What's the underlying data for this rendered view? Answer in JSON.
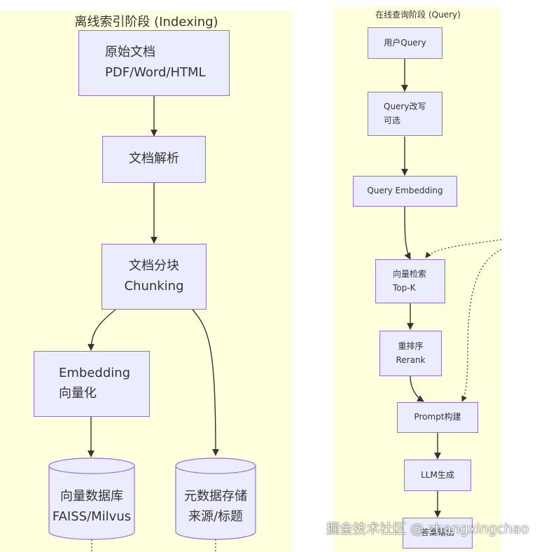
{
  "colors": {
    "cluster_bg": "#ffffde",
    "node_fill": "#ececff",
    "node_border": "#9370db",
    "edge": "#333333"
  },
  "indexing": {
    "title": "离线索引阶段 (Indexing)",
    "source_docs": {
      "line1": "原始文档",
      "line2": "PDF/Word/HTML"
    },
    "parse": {
      "line1": "文档解析"
    },
    "chunk": {
      "line1": "文档分块",
      "line2": "Chunking"
    },
    "embed": {
      "line1": "Embedding",
      "line2": "向量化"
    },
    "vector_db": {
      "line1": "向量数据库",
      "line2": "FAISS/Milvus"
    },
    "meta_store": {
      "line1": "元数据存储",
      "line2": "来源/标题"
    }
  },
  "query": {
    "title": "在线查询阶段 (Query)",
    "user_query": {
      "line1": "用户Query"
    },
    "rewrite": {
      "line1": "Query改写",
      "line2": "可选"
    },
    "query_embed": {
      "line1": "Query Embedding"
    },
    "retrieve": {
      "line1": "向量检索",
      "line2": "Top-K"
    },
    "rerank": {
      "line1": "重排序",
      "line2": "Rerank"
    },
    "prompt": {
      "line1": "Prompt构建"
    },
    "llm": {
      "line1": "LLM生成"
    },
    "answer": {
      "line1": "答案输出"
    }
  },
  "watermark": "掘金技术社区 @ zhangxingchao"
}
